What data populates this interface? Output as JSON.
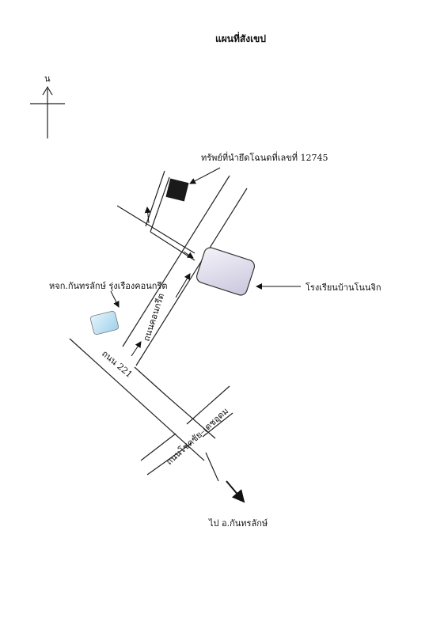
{
  "title": "แผนที่สังเขป",
  "compass": {
    "north_label": "น"
  },
  "labels": {
    "property": "ทรัพย์ที่นำยึดโฉนดที่เลขที่ 12745",
    "school": "โรงเรียนบ้านโนนจิก",
    "dormitory": "หจก.กันทรลักษ์ รุ่งเรืองคอนกรีต",
    "road_221": "ถนน 221",
    "road_concrete": "ถนนคอนกรีต",
    "road_cross": "ถนนโชคชัย–เดชอุดม",
    "to_district": "ไป อ.กันทรลักษ์"
  },
  "colors": {
    "property": "#1a1a1a",
    "school": "#e2e0ee",
    "dormitory": "#bfe0f2"
  }
}
